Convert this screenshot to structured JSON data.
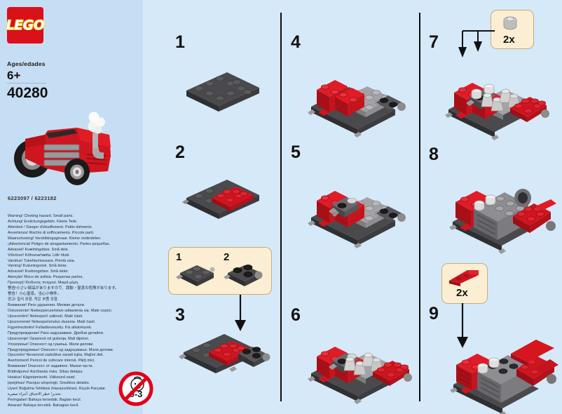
{
  "brand": {
    "logo_text": "LEGO",
    "logo_color": "#d8111b"
  },
  "product": {
    "ages_label": "Ages/edades",
    "age_value": "6+",
    "set_number": "40280",
    "part_codes": "6223097 / 6223182"
  },
  "background": {
    "page": "#d6e9f8",
    "sidebar": "#c6def3",
    "callout": "#fbeed2"
  },
  "age_warning_symbol": {
    "name": "no-children-under-3-icon",
    "label": "0-3"
  },
  "warnings": [
    "Warning! Choking hazard. Small parts.",
    "Achtung! Erstickungsgefahr. Kleine Teile.",
    "Attention ! Danger d'étouffement. Petits éléments.",
    "Avvertenza! Rischio di soffocamento. Piccole parti.",
    "Waarschuwing! Verstikkingsgevaar. Kleine onderdelen.",
    "¡Advertencia! Peligro de atragantamiento. Partes pequeñas.",
    "Advarsel! Kvælningsfare. Små dele.",
    "Viðvörun! Köfnunarhætta. Litlir hlutir.",
    "Varoitus! Tukehtumisvaara. Pieniä osia.",
    "Varning! Kvävningsrisk. Små delar.",
    "Advarsel! Kvelningsfare. Små deler.",
    "Atenção! Risco de asfixia. Pequenas partes.",
    "Προσοχή! Κίνδυνος πνιγμού. Μικρά μέρη.",
    "警告!小さい部品がありますので、誤飲・窒息の危険があります。",
    "警告！小心窒息。当心小物件。",
    "경고! 질식 위험. 작은 부품 포함.",
    "Внимание! Риск удушения. Мелкие детали.",
    "Ostrzeżenie! Niebezpieczeństwo udławienia się. Małe części.",
    "Upozornění! Nebezpečí zalknutí. Malé části.",
    "Upozornenie! Nebezpečenstvo dusenia. Malé časti.",
    "Figyelmeztetés! Fulladásveszély. Kis alkatrészek.",
    "Предупреждение! Риск задушаване. Дребни детайли.",
    "Upozorenje! Opasnost od gušenja. Mali dijelovi.",
    "Упозорење! Опасност од гушења. Мали делови.",
    "Предупредување! Опасност од задушување. Мали делови.",
    "Opozorilo! Nevarnost zadušitve zaradi tujka. Majhni deli.",
    "Avertisment! Pericol de sufocare internă. Părţi mici.",
    "Внимание! Опасност от задавяне. Малки части.",
    "Brīdinājums! Aizrīšanās risks. Sīkas detaļas.",
    "Hoiatus! Kägistamisoht. Väikesed osad.",
    "Įspėjimas! Pavojus užspringti. Smulkios detalės.",
    "Uyarı! Boğulma Tehlikesi (Havasızlıktan). Küçük Parçalar.",
    "تحذير! خطر الاختناق. أجزاء صغيرة.",
    "Peringatan! Bahaya tersedak. Bagian kecil.",
    "Amaran! Bahaya tercekik. Bahagian kecil."
  ],
  "steps": [
    {
      "number": "1",
      "column": 1
    },
    {
      "number": "2",
      "column": 1
    },
    {
      "number": "3",
      "column": 1
    },
    {
      "number": "4",
      "column": 2
    },
    {
      "number": "5",
      "column": 2
    },
    {
      "number": "6",
      "column": 2
    },
    {
      "number": "7",
      "column": 3
    },
    {
      "number": "8",
      "column": 3
    },
    {
      "number": "9",
      "column": 3
    }
  ],
  "callouts": [
    {
      "id": "sub-assembly",
      "sub_steps": [
        "1",
        "2"
      ],
      "quantity": ""
    },
    {
      "id": "stud-2x",
      "quantity": "2x"
    },
    {
      "id": "wedge-2x",
      "quantity": "2x"
    }
  ]
}
